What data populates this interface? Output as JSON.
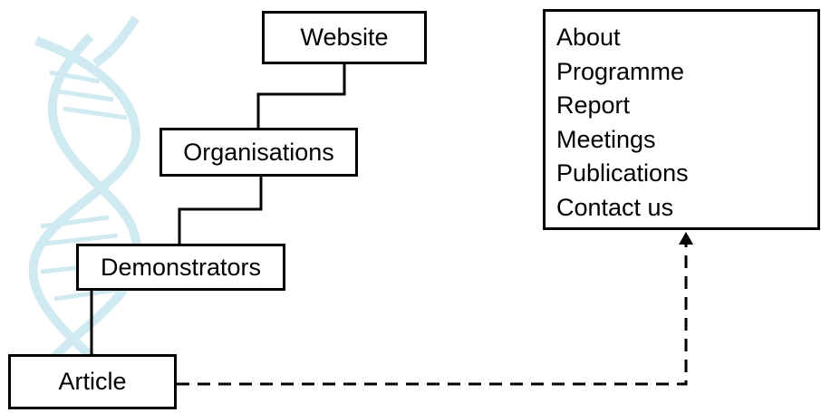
{
  "nodes": {
    "website": "Website",
    "organisations": "Organisations",
    "demonstrators": "Demonstrators",
    "article": "Article"
  },
  "menu": {
    "items": [
      "About",
      "Programme",
      "Report",
      "Meetings",
      "Publications",
      "Contact us"
    ]
  },
  "colors": {
    "dna_helix": "#cbe8f1",
    "lines": "#000000"
  }
}
